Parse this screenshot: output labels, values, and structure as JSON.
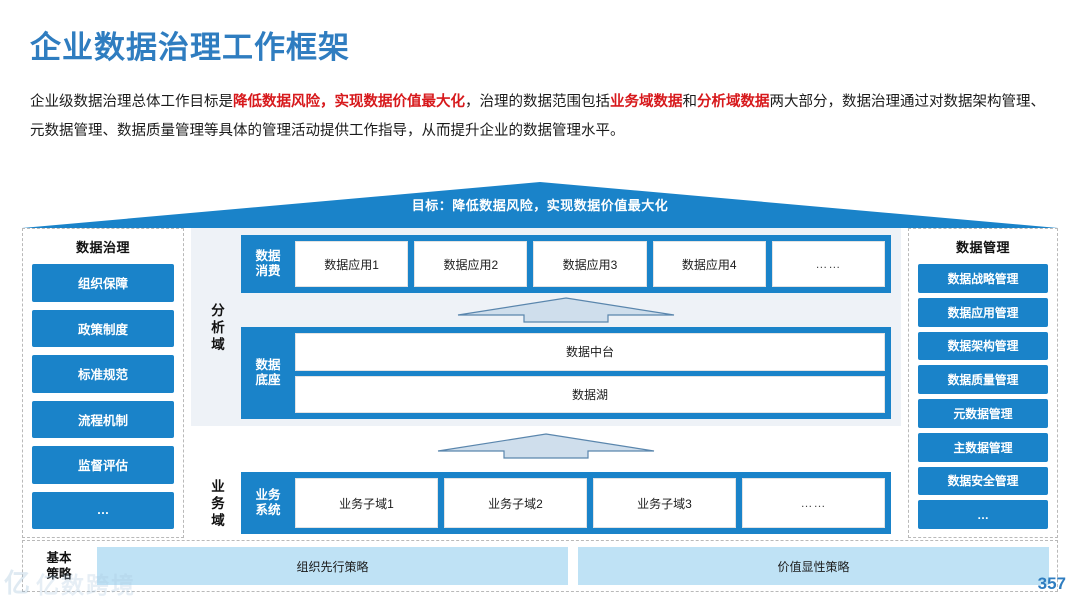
{
  "title": "企业数据治理工作框架",
  "paragraph": {
    "segments": [
      {
        "text": "企业级数据治理总体工作目标是",
        "style": "normal"
      },
      {
        "text": "降低数据风险，实现数据价值最大化",
        "style": "red"
      },
      {
        "text": "，治理的数据范围包括",
        "style": "normal"
      },
      {
        "text": "业务域数据",
        "style": "red"
      },
      {
        "text": "和",
        "style": "normal"
      },
      {
        "text": "分析域数据",
        "style": "red"
      },
      {
        "text": "两大部分，数据治理通过对数据架构管理、元数据管理、数据质量管理等具体的管理活动提供工作指导，从而提升企业的数据管理水平。",
        "style": "normal"
      }
    ]
  },
  "roof": {
    "label": "目标：降低数据风险，实现数据价值最大化"
  },
  "left_panel": {
    "title": "数据治理",
    "items": [
      {
        "label": "组织保障"
      },
      {
        "label": "政策制度"
      },
      {
        "label": "标准规范"
      },
      {
        "label": "流程机制"
      },
      {
        "label": "监督评估"
      },
      {
        "label": "…"
      }
    ]
  },
  "right_panel": {
    "title": "数据管理",
    "items": [
      {
        "label": "数据战略管理"
      },
      {
        "label": "数据应用管理"
      },
      {
        "label": "数据架构管理"
      },
      {
        "label": "数据质量管理"
      },
      {
        "label": "元数据管理"
      },
      {
        "label": "主数据管理"
      },
      {
        "label": "数据安全管理"
      },
      {
        "label": "…"
      }
    ]
  },
  "analysis_domain": {
    "label_lines": [
      "分",
      "析",
      "域"
    ],
    "consumption": {
      "tag_lines": [
        "数据",
        "消费"
      ],
      "cells": [
        "数据应用1",
        "数据应用2",
        "数据应用3",
        "数据应用4",
        "……"
      ]
    },
    "foundation": {
      "tag_lines": [
        "数据",
        "底座"
      ],
      "cells": [
        "数据中台",
        "数据湖"
      ]
    }
  },
  "business_domain": {
    "label_lines": [
      "业",
      "务",
      "域"
    ],
    "system": {
      "tag_lines": [
        "业务",
        "系统"
      ],
      "cells": [
        "业务子域1",
        "业务子域2",
        "业务子域3",
        "……"
      ]
    }
  },
  "bottom": {
    "label_lines": [
      "基本",
      "策略"
    ],
    "strategies": [
      "组织先行策略",
      "价值显性策略"
    ]
  },
  "watermark": {
    "mark": "亿",
    "text": "亿数跨境"
  },
  "page_number": "357",
  "colors": {
    "brand_blue": "#1a83c9",
    "title_blue": "#2f7dc0",
    "accent_red": "#d7191c",
    "panel_bg": "#eef2f7",
    "strategy_blue": "#bfe2f5"
  }
}
